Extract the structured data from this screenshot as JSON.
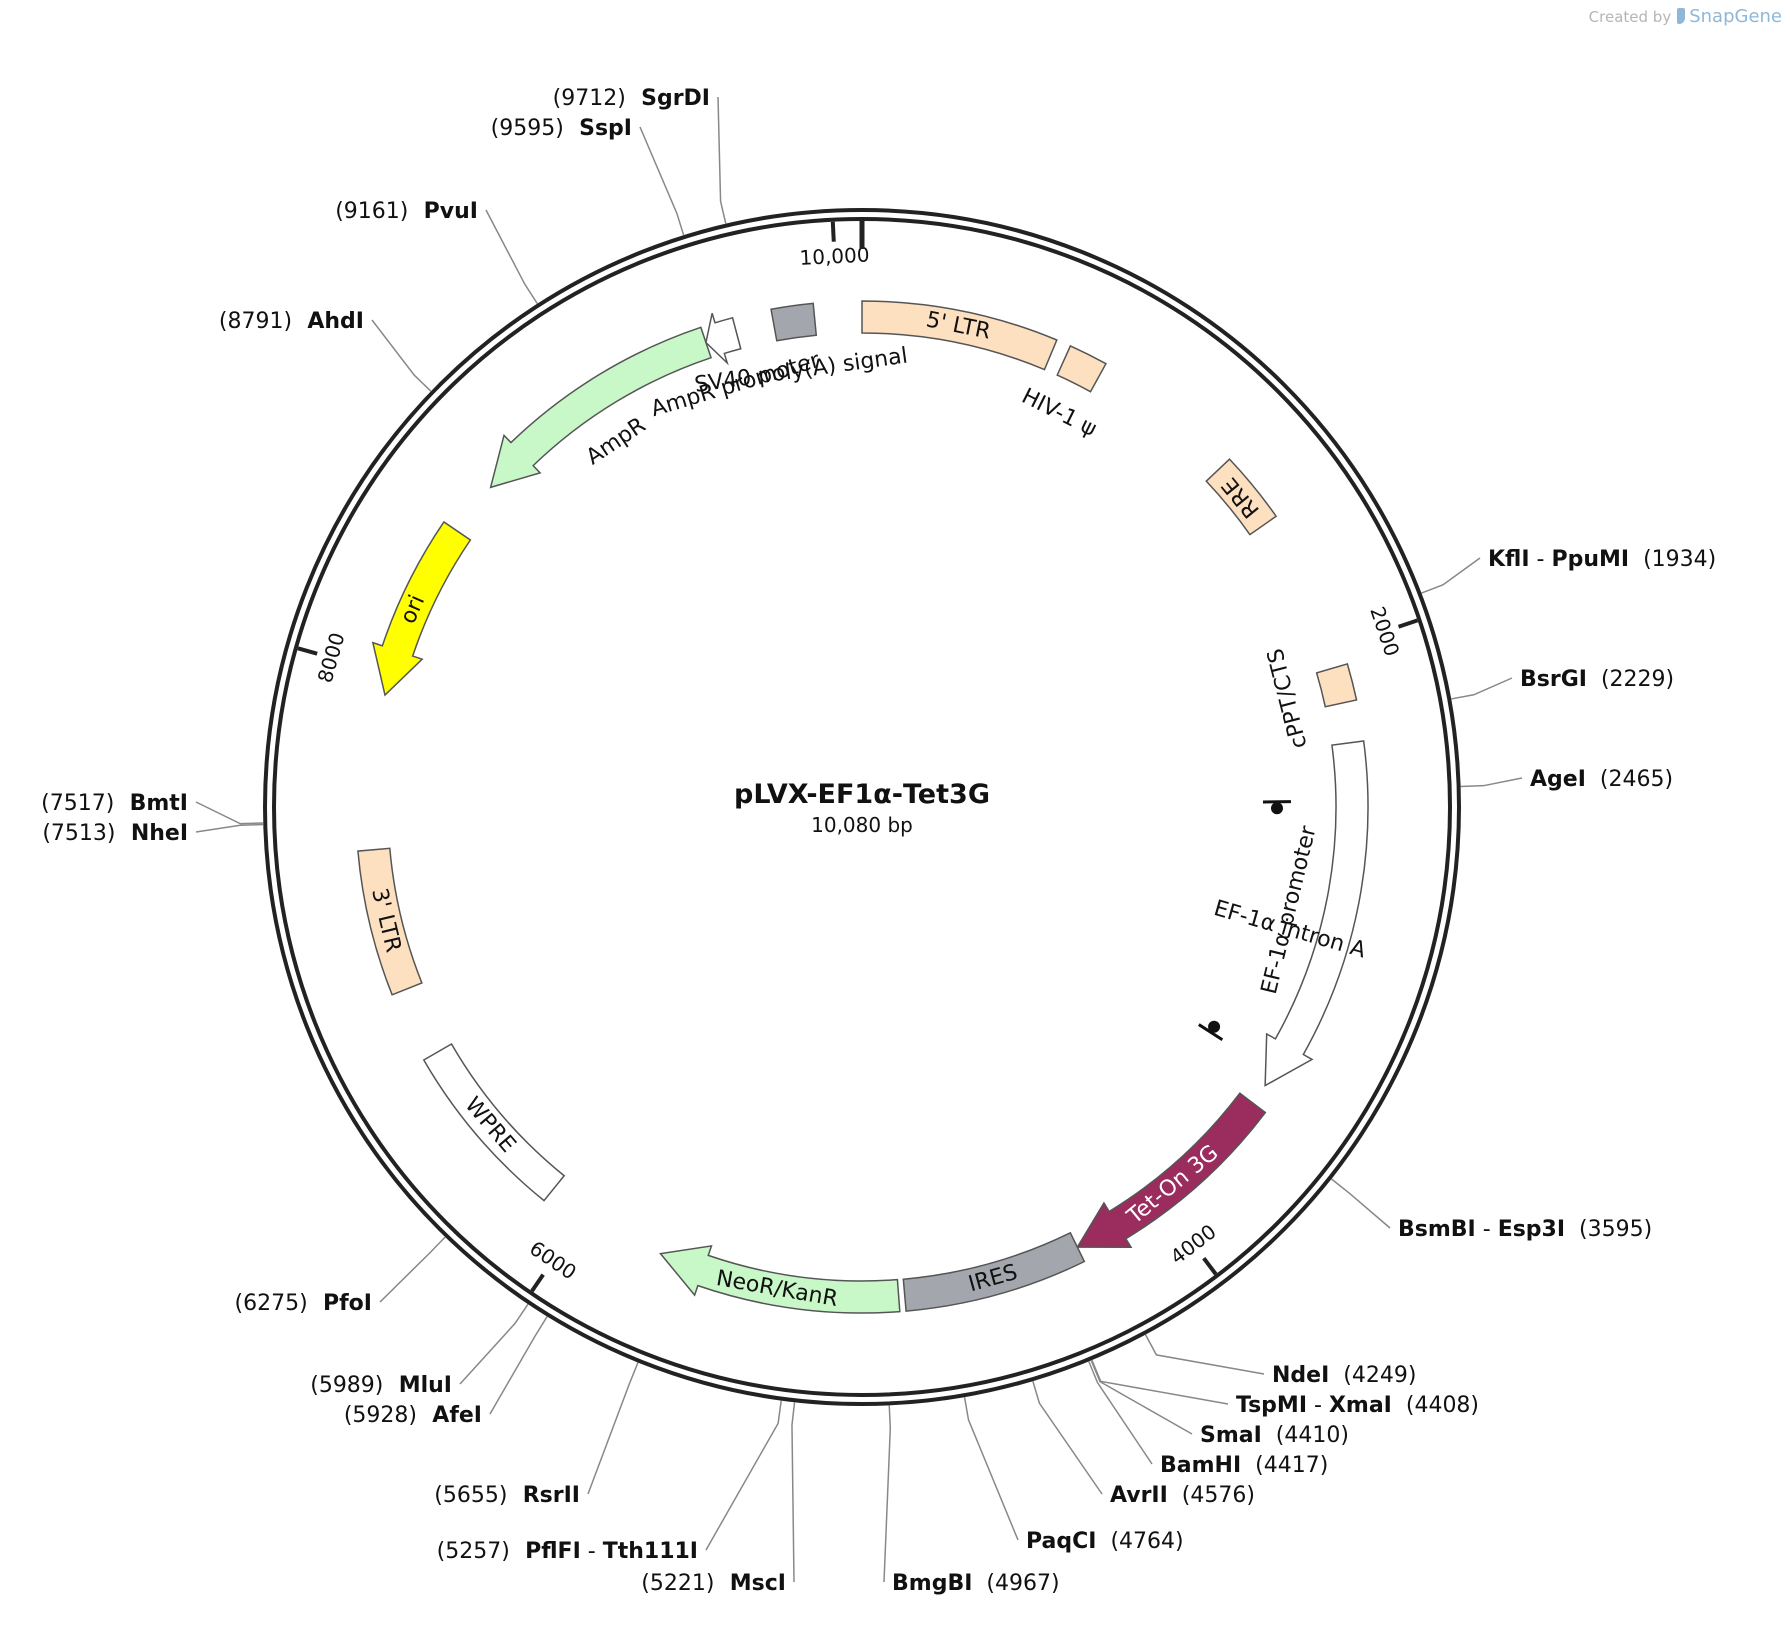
{
  "credit": {
    "prefix": "Created by",
    "brand": "SnapGene"
  },
  "plasmid": {
    "name": "pLVX-EF1α-Tet3G",
    "length_label": "10,080 bp",
    "length": 10080
  },
  "ticks": [
    {
      "bp": 10000,
      "label": "10,000"
    },
    {
      "bp": 2000,
      "label": "2000"
    },
    {
      "bp": 4000,
      "label": "4000"
    },
    {
      "bp": 6000,
      "label": "6000"
    },
    {
      "bp": 8000,
      "label": "8000"
    }
  ],
  "features": [
    {
      "name": "5' LTR",
      "start": 0,
      "end": 634,
      "color": "#fde0c0",
      "track": 0,
      "arrow": "none",
      "label_inside": true
    },
    {
      "name": "HIV-1 ψ",
      "start": 681,
      "end": 807,
      "color": "#fde0c0",
      "track": 0,
      "arrow": "none",
      "label_inside": false
    },
    {
      "name": "RRE",
      "start": 1304,
      "end": 1538,
      "color": "#fde0c0",
      "track": 0,
      "arrow": "none",
      "label_inside": true
    },
    {
      "name": "cPPT/CTS",
      "start": 2060,
      "end": 2178,
      "color": "#fde0c0",
      "track": 0,
      "arrow": "none",
      "label_inside": false
    },
    {
      "name": "EF-1α promoter",
      "start": 2310,
      "end": 3490,
      "color": "#ffffff",
      "track": 0,
      "arrow": "forward",
      "label_inside": false
    },
    {
      "name": "EF-1α intron A",
      "start": 2500,
      "end": 3440,
      "color": "#111111",
      "track": 1,
      "arrow": "intron",
      "label_inside": false
    },
    {
      "name": "Tet-On 3G",
      "start": 3560,
      "end": 4310,
      "color": "#9b2d5e",
      "track": 0,
      "arrow": "forward",
      "label_inside": true
    },
    {
      "name": "IRES",
      "start": 4310,
      "end": 4900,
      "color": "#a3a7ad",
      "track": 0,
      "arrow": "none",
      "label_inside": true
    },
    {
      "name": "NeoR/KanR",
      "start": 4920,
      "end": 5720,
      "color": "#c8f8c8",
      "track": 0,
      "arrow": "forward",
      "label_inside": true
    },
    {
      "name": "WPRE",
      "start": 6130,
      "end": 6720,
      "color": "#ffffff",
      "track": 0,
      "arrow": "none",
      "label_inside": true
    },
    {
      "name": "3' LTR",
      "start": 6950,
      "end": 7420,
      "color": "#fde0c0",
      "track": 0,
      "arrow": "none",
      "label_inside": true
    },
    {
      "name": "ori",
      "start": 7930,
      "end": 8520,
      "color": "#ffff00",
      "track": 0,
      "arrow": "reverse",
      "label_inside": true
    },
    {
      "name": "AmpR",
      "start": 8700,
      "end": 9560,
      "color": "#c8f8c8",
      "track": 0,
      "arrow": "reverse",
      "label_inside": false
    },
    {
      "name": "AmpR promoter",
      "start": 9560,
      "end": 9665,
      "color": "#ffffff",
      "track": 0,
      "arrow": "reverse",
      "label_inside": false
    },
    {
      "name": "SV40 poly(A) signal",
      "start": 9790,
      "end": 9925,
      "color": "#a3a7ad",
      "track": 0,
      "arrow": "none",
      "label_inside": false
    }
  ],
  "sites": [
    {
      "pos": "(9712)",
      "names": [
        "SgrDI"
      ],
      "bp": 9712,
      "anchor": "end",
      "order": 1
    },
    {
      "pos": "(9595)",
      "names": [
        "SspI"
      ],
      "bp": 9595,
      "anchor": "end",
      "order": 2
    },
    {
      "pos": "(9161)",
      "names": [
        "PvuI"
      ],
      "bp": 9161,
      "anchor": "end",
      "order": 3
    },
    {
      "pos": "(8791)",
      "names": [
        "AhdI"
      ],
      "bp": 8791,
      "anchor": "end",
      "order": 4
    },
    {
      "pos": "(1934)",
      "names": [
        "KflI",
        "PpuMI"
      ],
      "bp": 1934,
      "anchor": "start",
      "order": 5
    },
    {
      "pos": "(2229)",
      "names": [
        "BsrGI"
      ],
      "bp": 2229,
      "anchor": "start",
      "order": 6
    },
    {
      "pos": "(2465)",
      "names": [
        "AgeI"
      ],
      "bp": 2465,
      "anchor": "start",
      "order": 7
    },
    {
      "pos": "(7517)",
      "names": [
        "BmtI"
      ],
      "bp": 7517,
      "anchor": "end",
      "order": 8
    },
    {
      "pos": "(7513)",
      "names": [
        "NheI"
      ],
      "bp": 7513,
      "anchor": "end",
      "order": 9
    },
    {
      "pos": "(3595)",
      "names": [
        "BsmBI",
        "Esp3I"
      ],
      "bp": 3595,
      "anchor": "start",
      "order": 10
    },
    {
      "pos": "(6275)",
      "names": [
        "PfoI"
      ],
      "bp": 6275,
      "anchor": "end",
      "order": 11
    },
    {
      "pos": "(4249)",
      "names": [
        "NdeI"
      ],
      "bp": 4249,
      "anchor": "start",
      "order": 12
    },
    {
      "pos": "(5989)",
      "names": [
        "MluI"
      ],
      "bp": 5989,
      "anchor": "end",
      "order": 13
    },
    {
      "pos": "(4408)",
      "names": [
        "TspMI",
        "XmaI"
      ],
      "bp": 4408,
      "anchor": "start",
      "order": 14
    },
    {
      "pos": "(5928)",
      "names": [
        "AfeI"
      ],
      "bp": 5928,
      "anchor": "end",
      "order": 15
    },
    {
      "pos": "(4410)",
      "names": [
        "SmaI"
      ],
      "bp": 4410,
      "anchor": "start",
      "order": 16
    },
    {
      "pos": "(4417)",
      "names": [
        "BamHI"
      ],
      "bp": 4417,
      "anchor": "start",
      "order": 17
    },
    {
      "pos": "(5655)",
      "names": [
        "RsrII"
      ],
      "bp": 5655,
      "anchor": "end",
      "order": 18
    },
    {
      "pos": "(4576)",
      "names": [
        "AvrII"
      ],
      "bp": 4576,
      "anchor": "start",
      "order": 19
    },
    {
      "pos": "(4764)",
      "names": [
        "PaqCI"
      ],
      "bp": 4764,
      "anchor": "start",
      "order": 20
    },
    {
      "pos": "(5257)",
      "names": [
        "PflFI",
        "Tth111I"
      ],
      "bp": 5257,
      "anchor": "end",
      "order": 21
    },
    {
      "pos": "(5221)",
      "names": [
        "MscI"
      ],
      "bp": 5221,
      "anchor": "end",
      "order": 22
    },
    {
      "pos": "(4967)",
      "names": [
        "BmgBI"
      ],
      "bp": 4967,
      "anchor": "start",
      "order": 23
    }
  ]
}
